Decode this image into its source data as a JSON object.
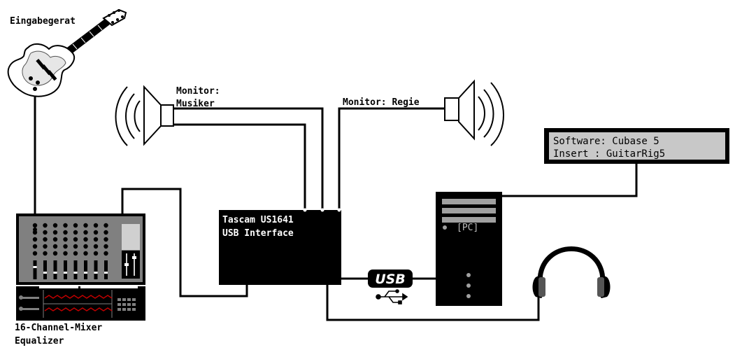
{
  "labels": {
    "input_device": "Eingabegerat",
    "monitor_musician_line1": "Monitor:",
    "monitor_musician_line2": "Musiker",
    "monitor_control": "Monitor: Regie",
    "interface_line1": "Tascam US1641",
    "interface_line2": "USB Interface",
    "software_line1": "Software: Cubase 5",
    "software_line2": "Insert  : GuitarRig5",
    "pc": "[PC]",
    "usb": "USB",
    "mixer_line1": "16-Channel-Mixer",
    "mixer_line2": "Equalizer"
  },
  "icons": [
    "electric-guitar-icon",
    "speaker-icon",
    "headphones-icon",
    "usb-symbol-icon",
    "pc-tower-icon",
    "mixer-icon"
  ]
}
